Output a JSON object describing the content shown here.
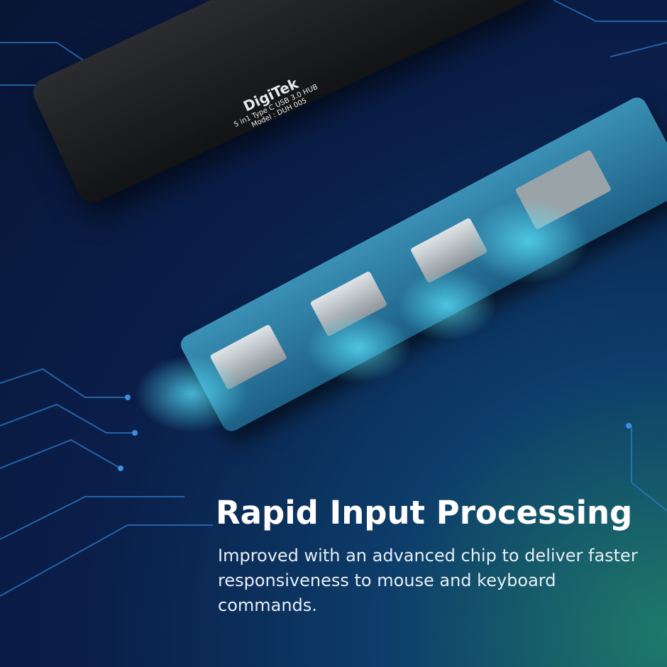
{
  "product": {
    "brand": "DigiTek",
    "model_line": "5 in1 Type C USB 3.0 HUB",
    "model": "Model : DUH 005"
  },
  "headline": "Rapid Input Processing",
  "description": "Improved with an advanced chip to deliver faster responsiveness to mouse and keyboard commands.",
  "colors": {
    "background": "#0a1f4a",
    "accent_glow": "#5ae6ff",
    "text": "#ffffff"
  }
}
